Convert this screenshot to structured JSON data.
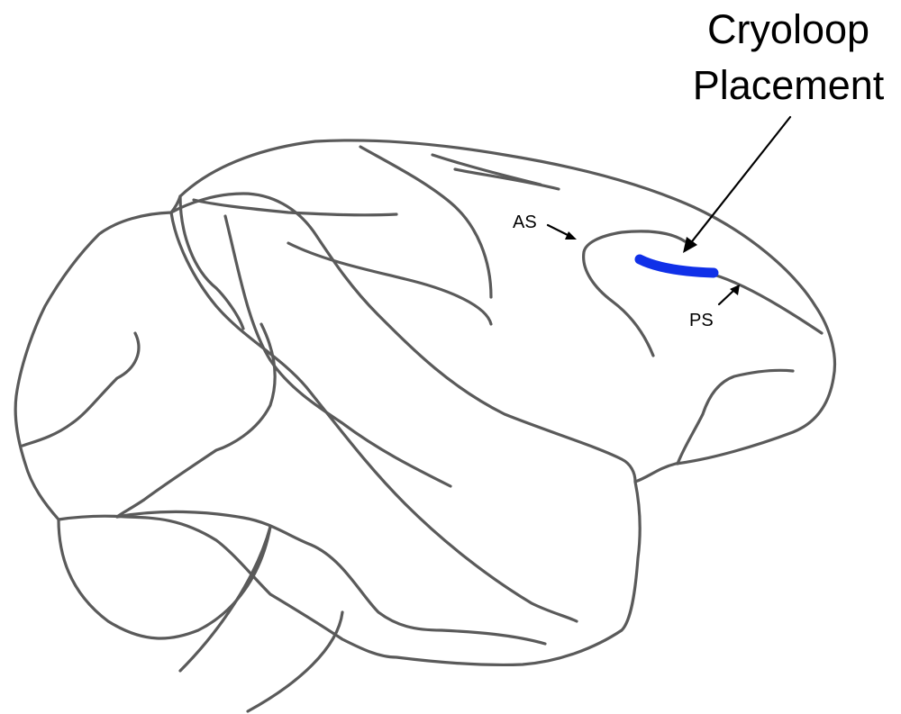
{
  "title": {
    "line1": "Cryoloop",
    "line2": "Placement"
  },
  "labels": {
    "as": "AS",
    "ps": "PS"
  },
  "colors": {
    "outline": "#5a5a5a",
    "cryoloop": "#1030e8",
    "arrow": "#000000"
  }
}
